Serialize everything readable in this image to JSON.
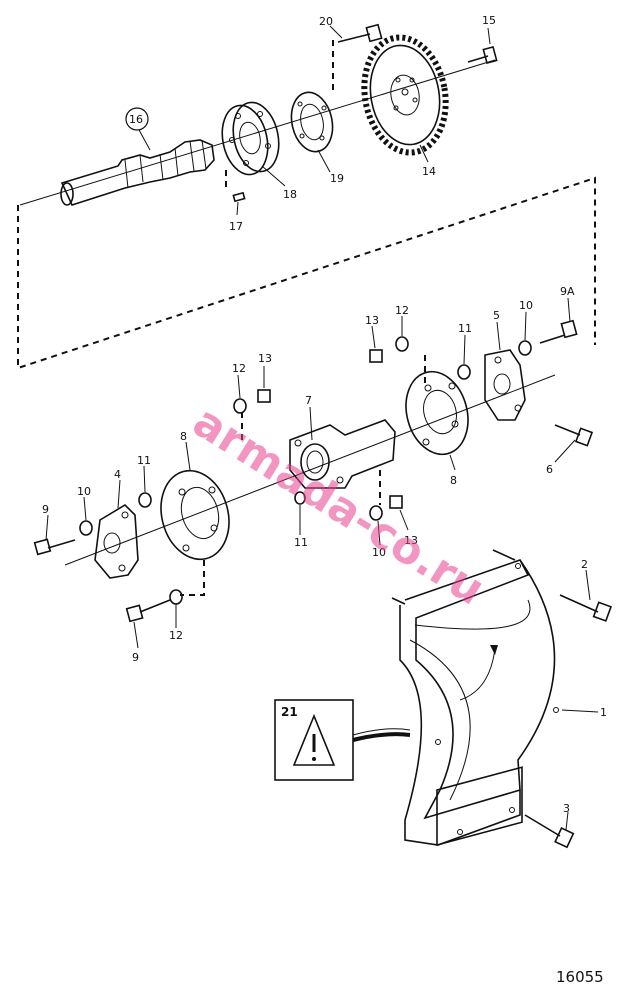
{
  "callouts": {
    "c1": "1",
    "c2": "2",
    "c3": "3",
    "c4": "4",
    "c5": "5",
    "c6": "6",
    "c7": "7",
    "c8a": "8",
    "c8b": "8",
    "c9a": "9",
    "c9b": "9",
    "c9A": "9A",
    "c10a": "10",
    "c10b": "10",
    "c10c": "10",
    "c11a": "11",
    "c11b": "11",
    "c11c": "11",
    "c12a": "12",
    "c12b": "12",
    "c12c": "12",
    "c13a": "13",
    "c13b": "13",
    "c13c": "13",
    "c14": "14",
    "c15": "15",
    "c16": "16",
    "c17": "17",
    "c18": "18",
    "c19": "19",
    "c20": "20",
    "c21": "21"
  },
  "watermark": "armada-co.ru",
  "drawing_number": "16055"
}
